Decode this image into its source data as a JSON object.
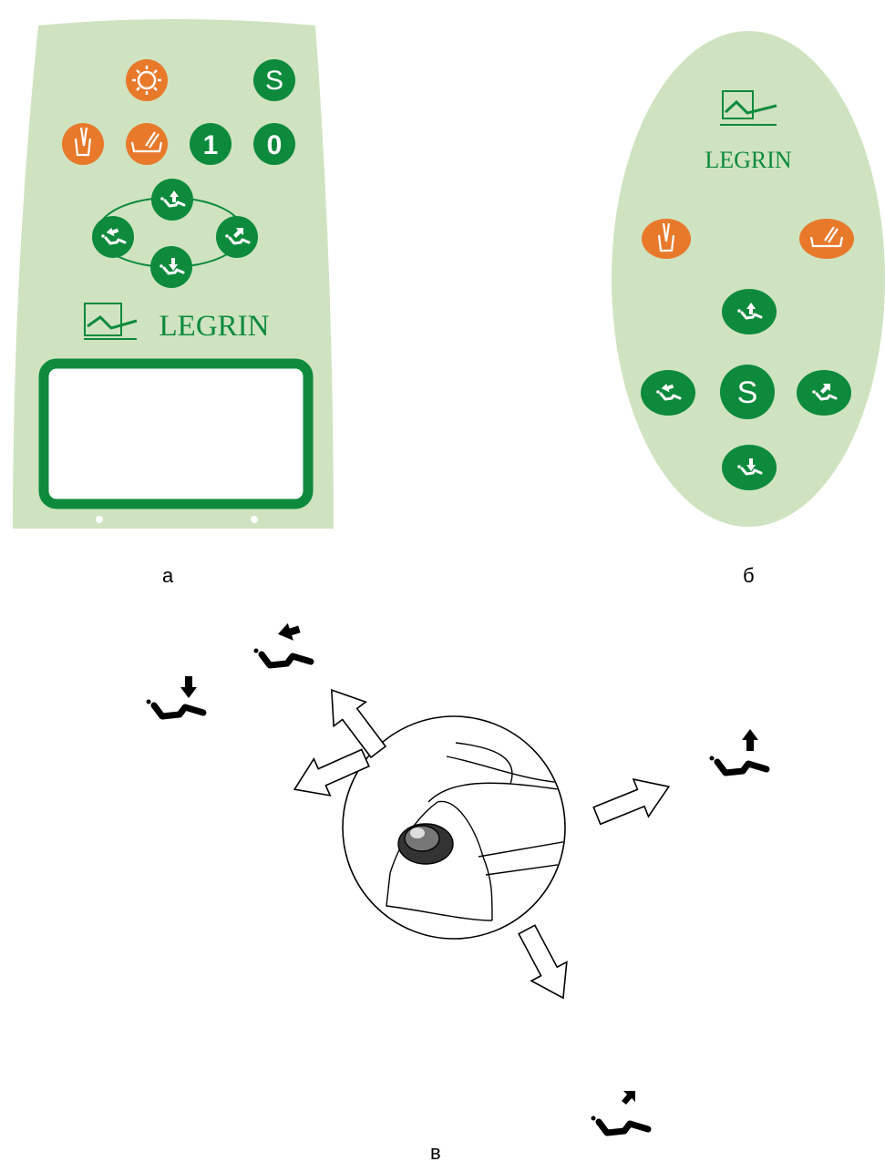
{
  "panel_a": {
    "caption": "а",
    "logo_text": "LEGRIN",
    "keys": {
      "light": {
        "icon": "lamp-sun-icon",
        "color": "#e8792b"
      },
      "cup_fill": {
        "icon": "cup-fill-icon",
        "color": "#e8792b"
      },
      "bowl_rinse": {
        "icon": "bowl-rinse-icon",
        "color": "#e8792b"
      },
      "s": {
        "label": "S",
        "color": "#0d8a3c"
      },
      "one": {
        "label": "1",
        "color": "#0d8a3c"
      },
      "zero": {
        "label": "0",
        "color": "#0d8a3c"
      },
      "chair_up": {
        "icon": "chair-up-icon",
        "color": "#0d8a3c"
      },
      "chair_down": {
        "icon": "chair-down-icon",
        "color": "#0d8a3c"
      },
      "back_down": {
        "icon": "backrest-recline-icon",
        "color": "#0d8a3c"
      },
      "back_up": {
        "icon": "backrest-raise-icon",
        "color": "#0d8a3c"
      }
    },
    "background_color": "#cfe3c0",
    "display_border_color": "#0d8a3c"
  },
  "panel_b": {
    "caption": "б",
    "logo_text": "LEGRIN",
    "keys": {
      "cup_fill": {
        "icon": "cup-fill-icon",
        "color": "#e8792b"
      },
      "bowl_rinse": {
        "icon": "bowl-rinse-icon",
        "color": "#e8792b"
      },
      "chair_up": {
        "icon": "chair-up-icon",
        "color": "#0d8a3c"
      },
      "chair_down": {
        "icon": "chair-down-icon",
        "color": "#0d8a3c"
      },
      "back_down": {
        "icon": "backrest-recline-icon",
        "color": "#0d8a3c"
      },
      "back_up": {
        "icon": "backrest-raise-icon",
        "color": "#0d8a3c"
      },
      "s": {
        "label": "S",
        "color": "#0d8a3c"
      }
    },
    "background_color": "#cfe3c0"
  },
  "panel_c": {
    "caption": "в",
    "joystick": "foot-joystick",
    "directions": [
      "backrest-recline",
      "chair-up",
      "chair-down",
      "backrest-raise"
    ]
  }
}
